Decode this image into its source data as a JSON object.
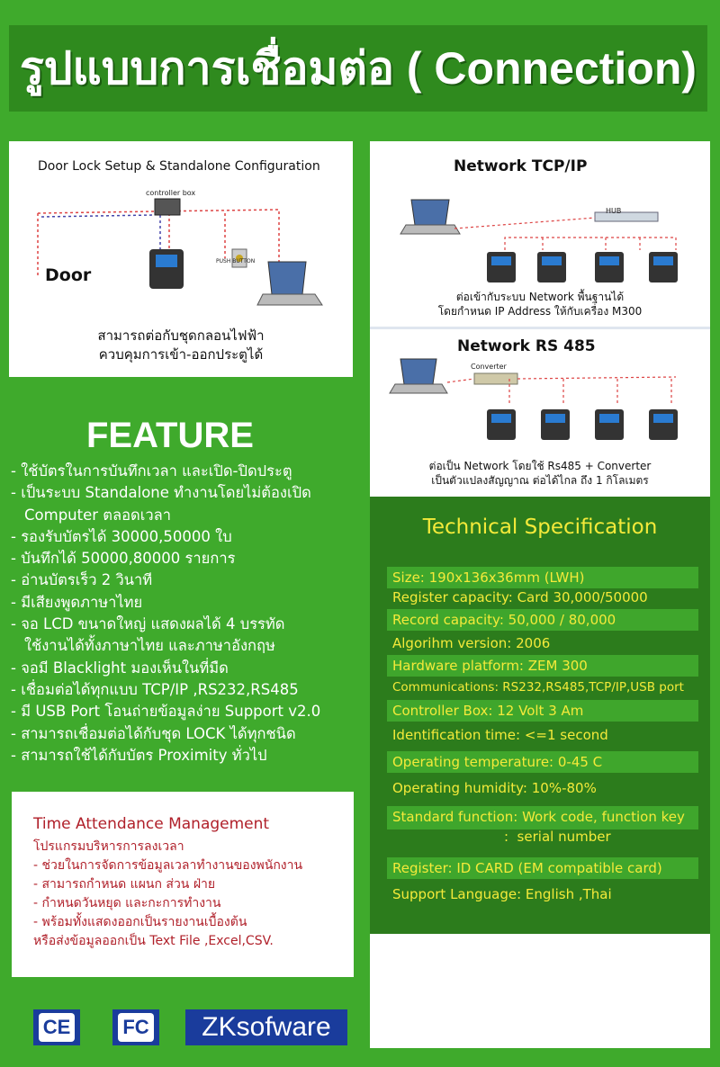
{
  "header": {
    "title": "รูปแบบการเชื่อมต่อ ( Connection)"
  },
  "door": {
    "title": "Door Lock Setup & Standalone  Configuration",
    "controller_label": "controller box",
    "push_label": "PUSH BUTTON",
    "door_label": "Door",
    "caption_1": "สามารถต่อกับชุดกลอนไฟฟ้า",
    "caption_2": "ควบคุมการเข้า-ออกประตูได้"
  },
  "network_tcp": {
    "title": "Network TCP/IP",
    "hub_label": "HUB",
    "caption_1": "ต่อเข้ากับระบบ Network  พื้นฐานได้",
    "caption_2": "โดยกำหนด IP Address ให้กับเครื่อง M300"
  },
  "network_rs485": {
    "title": "Network RS 485",
    "converter_label": "Converter",
    "caption_1": "ต่อเป็น Network โดยใช้ Rs485  + Converter",
    "caption_2": "เป็นตัวแปลงสัญญาณ ต่อได้ไกล ถึง 1 กิโลเมตร"
  },
  "feature": {
    "title": "FEATURE",
    "items": [
      "- ใช้บัตรในการบันทึกเวลา และเปิด-ปิดประตู",
      "- เป็นระบบ Standalone ทำงานโดยไม่ต้องเปิด",
      "Computer ตลอดเวลา",
      "- รองรับบัตรได้ 30000,50000 ใบ",
      "- บันทึกได้ 50000,80000 รายการ",
      "- อ่านบัตรเร็ว 2 วินาที",
      "- มีเสียงพูดภาษาไทย",
      "- จอ LCD ขนาดใหญ่ แสดงผลได้ 4 บรรทัด",
      "ใช้งานได้ทั้งภาษาไทย และภาษาอังกฤษ",
      "- จอมี Blacklight มองเห็นในที่มืด",
      "- เชื่อมต่อได้ทุกแบบ  TCP/IP ,RS232,RS485",
      "- มี USB Port โอนถ่ายข้อมูลง่าย Support v2.0",
      "- สามารถเชื่อมต่อได้กับชุด LOCK ได้ทุกชนิด",
      "- สามารถใช้ได้กับบัตร Proximity ทั่วไป"
    ]
  },
  "spec": {
    "title": "Technical Specification",
    "rows": [
      "Size:  190x136x36mm (LWH)",
      "Register capacity:  Card 30,000/50000",
      "Record capacity:  50,000 / 80,000",
      "Algorihm version: 2006",
      "Hardware platform: ZEM 300",
      "Communications: RS232,RS485,TCP/IP,USB port",
      "Controller Box:  12 Volt 3 Am",
      "Identification time: <=1 second",
      "Operating temperature: 0-45 C",
      "Operating humidity: 10%-80%",
      "Standard function: Work code, function key",
      "                          :  serial number",
      "Register: ID CARD (EM compatible card)",
      "Support Language:  English ,Thai"
    ]
  },
  "tam": {
    "title": "Time Attendance Management",
    "lines": [
      "โปรแกรมบริหารการลงเวลา",
      " - ช่วยในการจัดการข้อมูลเวลาทำงานของพนักงาน",
      " - สามารถกำหนด แผนก ส่วน ฝ่าย",
      " - กำหนดวันหยุด และกะการทำงาน",
      " - พร้อมทั้งแสดงออกเป็นรายงานเบื้องต้น",
      "หรือส่งข้อมูลออกเป็น Text File ,Excel,CSV."
    ]
  },
  "logos": {
    "ce": "CE",
    "fc": "FC",
    "zk": "ZKsofware"
  }
}
